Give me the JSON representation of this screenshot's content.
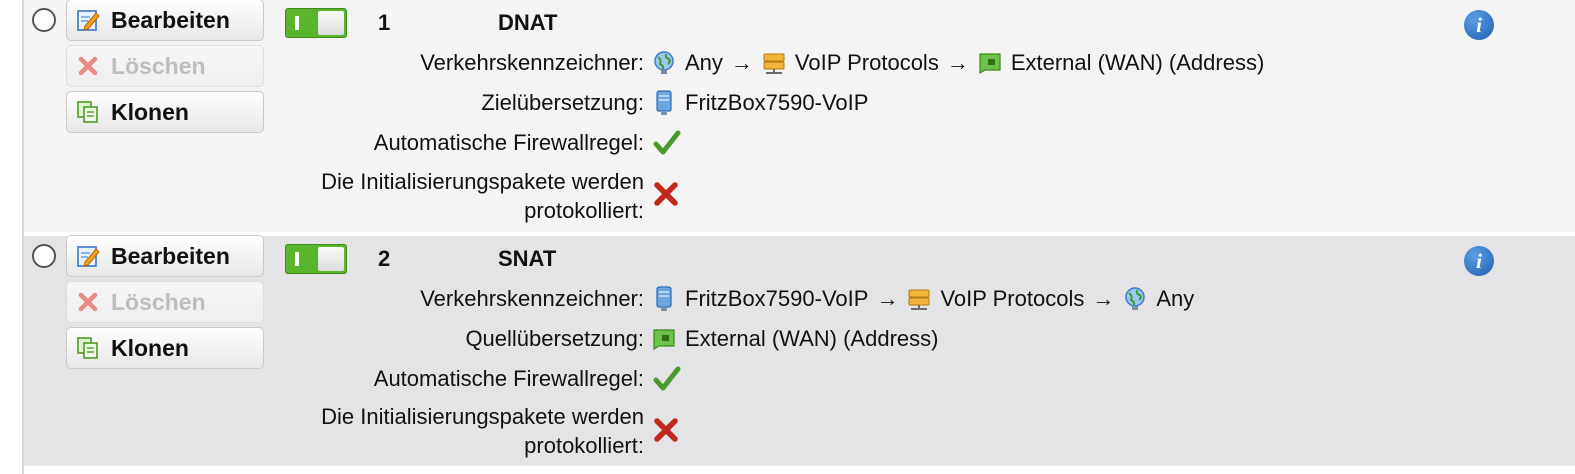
{
  "buttons": {
    "edit": "Bearbeiten",
    "delete": "Löschen",
    "clone": "Klonen"
  },
  "labels": {
    "traffic": "Verkehrskennzeichner:",
    "dest_translation": "Zielübersetzung:",
    "src_translation": "Quellübersetzung:",
    "auto_fw": "Automatische Firewallregel:",
    "log_line1": "Die Initialisierungspakete werden",
    "log_line2": "protokolliert:"
  },
  "arrow": "→",
  "info_glyph": "i",
  "rules": [
    {
      "number": "1",
      "type": "DNAT",
      "enabled": true,
      "traffic": {
        "source": "Any",
        "service": "VoIP Protocols",
        "destination": "External (WAN) (Address)"
      },
      "translation": "FritzBox7590-VoIP",
      "auto_firewall": true,
      "log_initial_packets": false
    },
    {
      "number": "2",
      "type": "SNAT",
      "enabled": true,
      "traffic": {
        "source": "FritzBox7590-VoIP",
        "service": "VoIP Protocols",
        "destination": "Any"
      },
      "translation": "External (WAN) (Address)",
      "auto_firewall": true,
      "log_initial_packets": false
    }
  ],
  "colors": {
    "toggle_on": "#58b52c",
    "check": "#4a9a2e",
    "cross": "#c0281c",
    "info": "#1f5fb0"
  }
}
